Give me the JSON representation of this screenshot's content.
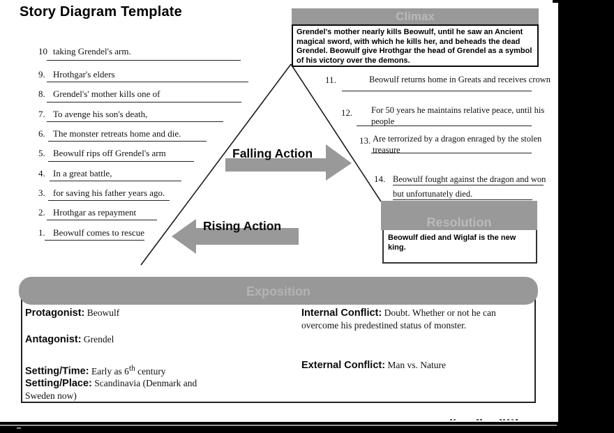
{
  "title": "Story Diagram Template",
  "climax": {
    "header": "Climax",
    "body": "Grendel's mother nearly kills Beowulf, until he saw an Ancient magical sword, with which he kills her, and beheads the dead Grendel. Beowulf give Hrothgar the head of Grendel as a symbol of his victory over the demons."
  },
  "arrows": {
    "falling_label": "Falling Action",
    "rising_label": "Rising Action"
  },
  "rising_items": [
    {
      "num": "10",
      "text": "taking Grendel's arm."
    },
    {
      "num": "9.",
      "text": "Hrothgar's elders"
    },
    {
      "num": "8.",
      "text": "Grendel's' mother kills one of"
    },
    {
      "num": "7.",
      "text": "To avenge his son's death,"
    },
    {
      "num": "6.",
      "text": "The monster retreats home and die."
    },
    {
      "num": "5.",
      "text": "Beowulf rips off Grendel's arm"
    },
    {
      "num": "4.",
      "text": "In a great battle,"
    },
    {
      "num": "3.",
      "text": "for saving his father years ago."
    },
    {
      "num": "2.",
      "text": "Hrothgar as repayment"
    },
    {
      "num": "1.",
      "text": "Beowulf comes to rescue"
    }
  ],
  "falling_items": [
    {
      "num": "11.",
      "line1": "Beowulf returns home in Greats and receives crown",
      "line2": ""
    },
    {
      "num": "12.",
      "line1": "For 50 years he maintains relative peace, until his",
      "line2": "people"
    },
    {
      "num": "13.",
      "line1": "Are terrorized by a dragon enraged by the stolen",
      "line2": "treasure"
    },
    {
      "num": "14.",
      "line1": "Beowulf fought against the dragon and won",
      "line2": "but unfortunately died."
    }
  ],
  "resolution": {
    "header": "Resolution",
    "body": "Beowulf died and Wiglaf is the new king."
  },
  "exposition": {
    "header": "Exposition",
    "protagonist_label": "Protagonist:",
    "protagonist_value": "Beowulf",
    "antagonist_label": "Antagonist:",
    "antagonist_value": "Grendel",
    "setting_time_label": "Setting/Time:",
    "setting_time_pre": "Early as 6",
    "setting_time_sup": "th",
    "setting_time_post": " century",
    "setting_place_label": "Setting/Place:",
    "setting_place_value": "Scandinavia (Denmark and Sweden now)",
    "internal_label": "Internal Conflict:",
    "internal_value": "Doubt. Whether or not he can overcome his predestined status of monster.",
    "external_label": "External Conflict:",
    "external_value": "Man vs. Nature"
  },
  "colors": {
    "gray_bar": "#999999",
    "gray_bar_text": "#b9b9b9",
    "underline": "#232323",
    "page_background": "#ffffff",
    "frame_black": "#000000"
  }
}
